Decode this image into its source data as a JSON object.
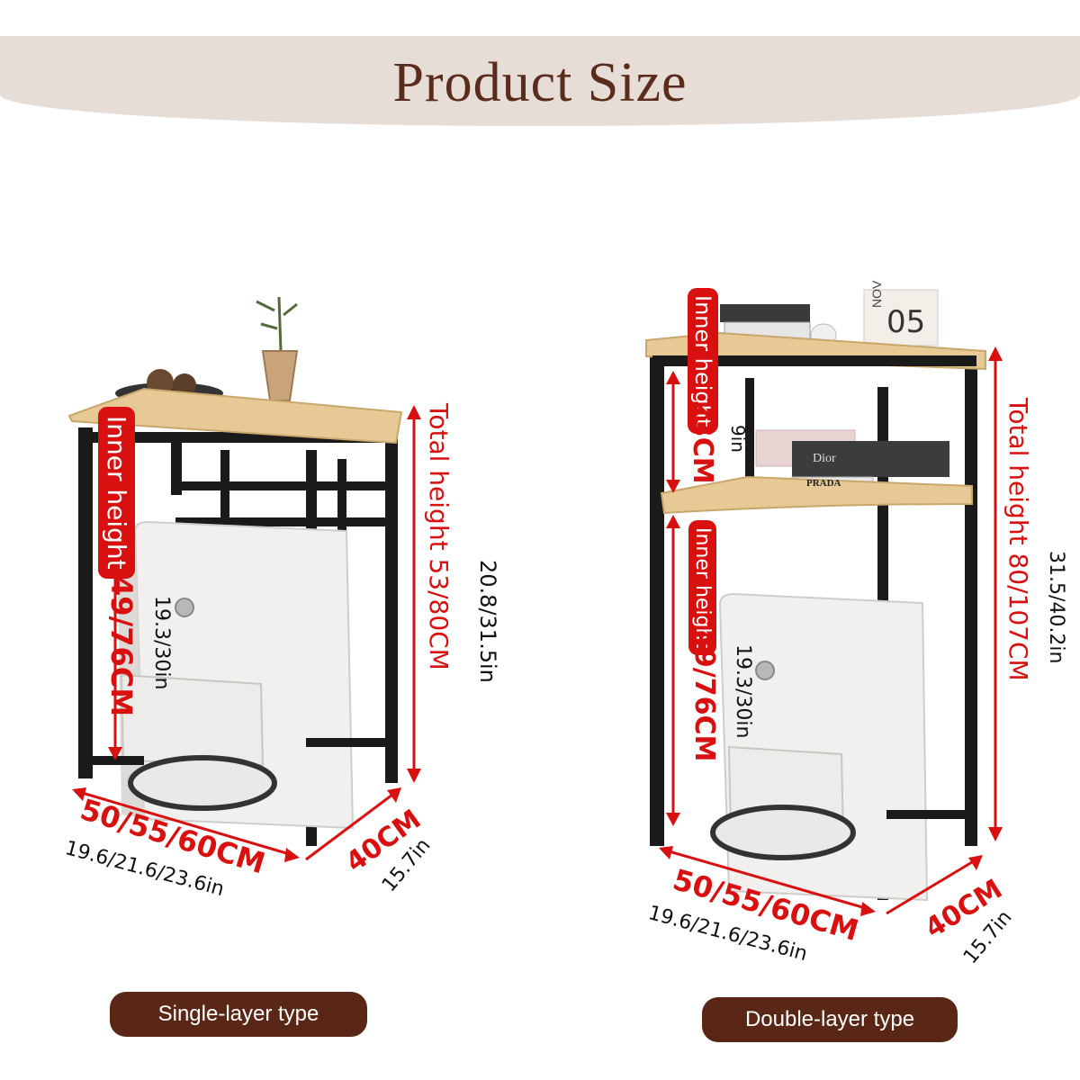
{
  "header": {
    "title": "Product Size"
  },
  "single": {
    "inner_label": "Inner height",
    "inner_value": "49/76CM",
    "inner_inch": "19.3/30in",
    "total_label": "Total height 53/80CM",
    "total_inch": "20.8/31.5in",
    "width_cm": "50/55/60CM",
    "width_in": "19.6/21.6/23.6in",
    "depth_cm": "40CM",
    "depth_in": "15.7in",
    "type_label": "Single-layer type"
  },
  "double": {
    "inner_top_label": "Inner height",
    "inner_top_value": "23CM",
    "inner_top_inch": "9in",
    "inner_bottom_label": "Inner height",
    "inner_bottom_value": "49/76CM",
    "inner_bottom_inch": "19.3/30in",
    "total_label": "Total height 80/107CM",
    "total_inch": "31.5/40.2in",
    "width_cm": "50/55/60CM",
    "width_in": "19.6/21.6/23.6in",
    "depth_cm": "40CM",
    "depth_in": "15.7in",
    "type_label": "Double-layer type"
  },
  "decor": {
    "calendar_month": "NOV",
    "calendar_day": "05",
    "book_brand_1": "Dior",
    "book_brand_2": "PRADA"
  },
  "colors": {
    "accent_red": "#d81010",
    "frame_black": "#1a1a1a",
    "wood": "#e6c994",
    "banner_bg": "#e7ddd7",
    "title_brown": "#5a2c1c",
    "pill_brown": "#5a2616"
  }
}
